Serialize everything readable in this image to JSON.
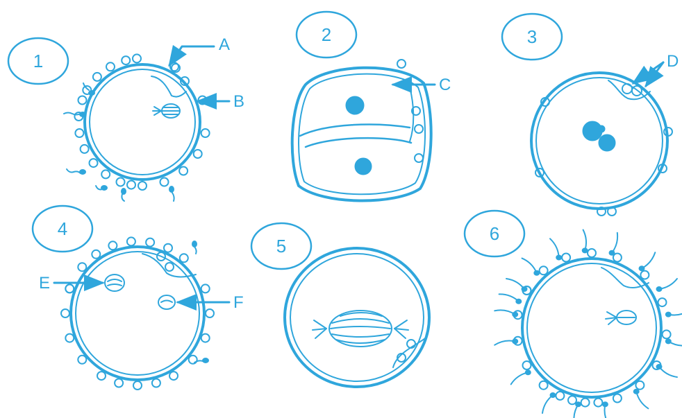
{
  "colors": {
    "ink": "#2fa6dc",
    "background": "#ffffff"
  },
  "stages": [
    {
      "number": "1"
    },
    {
      "number": "2"
    },
    {
      "number": "3"
    },
    {
      "number": "4"
    },
    {
      "number": "5"
    },
    {
      "number": "6"
    }
  ],
  "labels": {
    "A": "A",
    "B": "B",
    "C": "C",
    "D": "D",
    "E": "E",
    "F": "F"
  }
}
